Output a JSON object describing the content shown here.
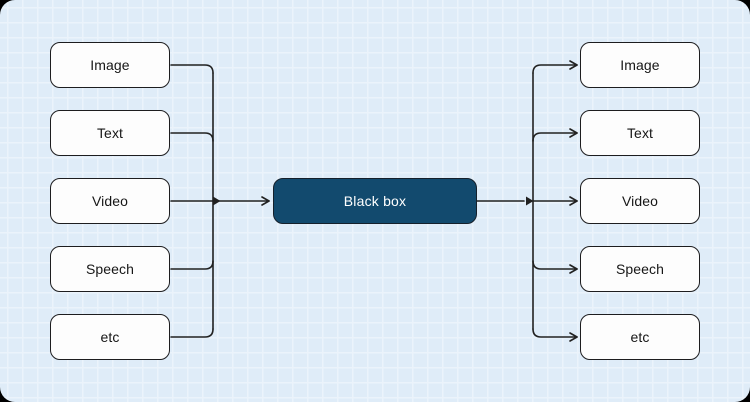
{
  "diagram": {
    "inputs": [
      "Image",
      "Text",
      "Video",
      "Speech",
      "etc"
    ],
    "black_box": {
      "label": "Black box"
    },
    "outputs": [
      "Image",
      "Text",
      "Video",
      "Speech",
      "etc"
    ],
    "colors": {
      "canvas_background": "#dfecf8",
      "grid_line": "#ebf3fb",
      "node_fill": "#fdfdfd",
      "node_border": "#1d1d1f",
      "connector": "#212121",
      "black_box_fill": "#124a6e",
      "black_box_text": "#ffffff"
    }
  }
}
